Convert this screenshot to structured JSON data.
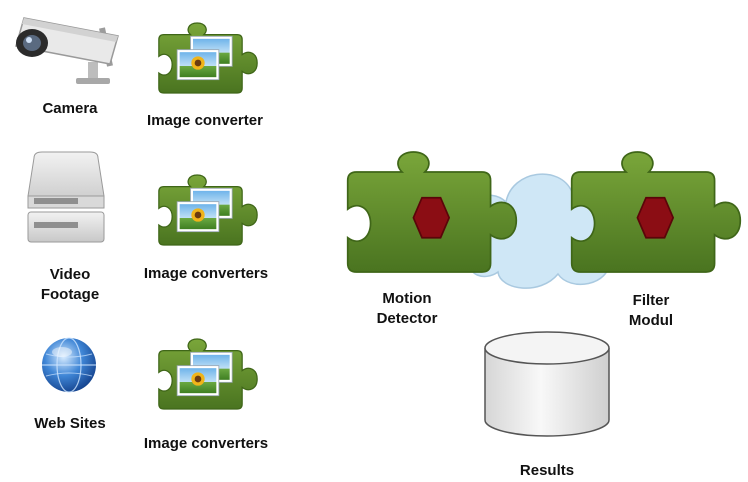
{
  "colors": {
    "puzzle_green": "#5f8a2a",
    "puzzle_dark": "#3f6618",
    "hexagon_red": "#8b0d14",
    "cloud_blue": "#cfe7f6",
    "cylinder_gray": "#e6e6e6"
  },
  "sources": [
    {
      "label": "Camera",
      "icon": "security-camera-icon",
      "converter_label": "Image converter"
    },
    {
      "label_line1": "Video",
      "label_line2": "Footage",
      "icon": "hard-drive-icon",
      "converter_label": "Image converters"
    },
    {
      "label": "Web Sites",
      "icon": "globe-icon",
      "converter_label": "Image converters"
    }
  ],
  "pipeline": {
    "motion_line1": "Motion",
    "motion_line2": "Detector",
    "filter_line1": "Filter",
    "filter_line2": "Modul",
    "results": "Results"
  }
}
